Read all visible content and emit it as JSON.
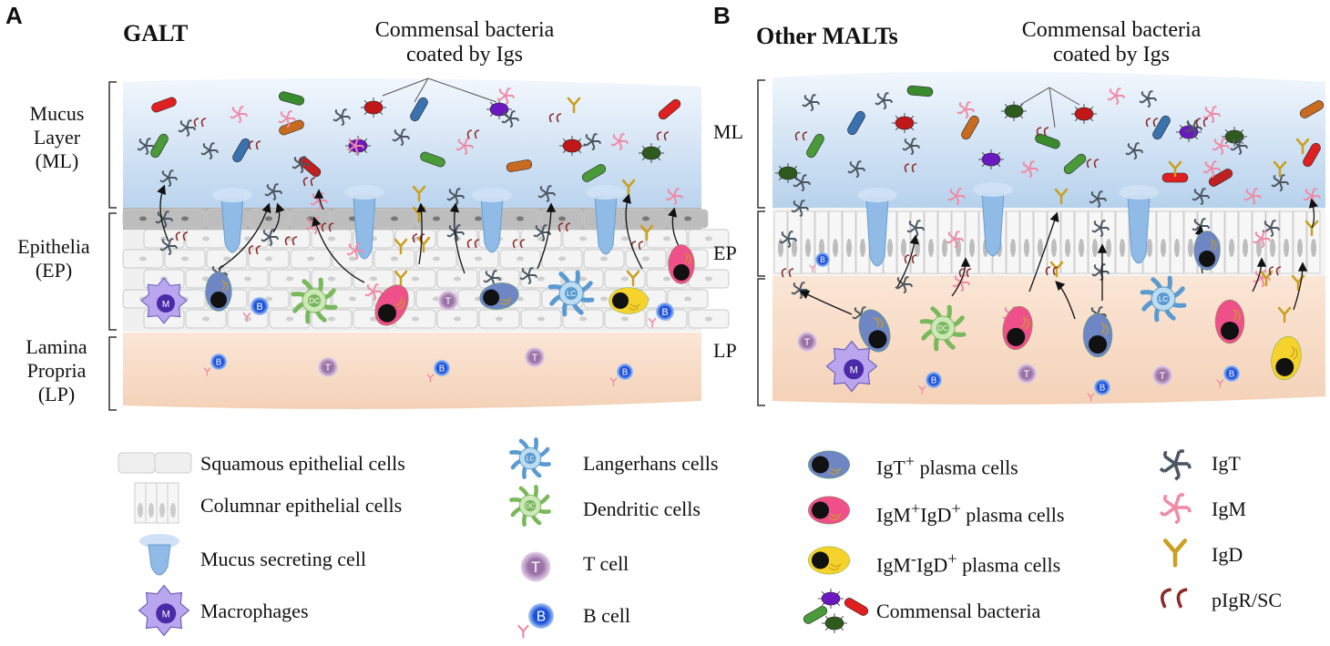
{
  "panels": [
    {
      "letter": "A",
      "title": "GALT",
      "callout_line1": "Commensal bacteria",
      "callout_line2": "coated by Igs"
    },
    {
      "letter": "B",
      "title": "Other MALTs",
      "callout_line1": "Commensal bacteria",
      "callout_line2": "coated by Igs"
    }
  ],
  "panel_a_labels": {
    "mucus": [
      "Mucus",
      "Layer",
      "(ML)"
    ],
    "epithelia": [
      "Epithelia",
      "(EP)"
    ],
    "lamina": [
      "Lamina",
      "Propria",
      "(LP)"
    ]
  },
  "panel_b_labels": {
    "ml": "ML",
    "ep": "EP",
    "lp": "LP"
  },
  "cell_letters": {
    "macrophage": "M",
    "b_cell": "B",
    "t_cell": "T",
    "dendritic": "DC",
    "langerhans": "LC"
  },
  "legend": [
    {
      "icon": "squamous-cells-icon",
      "label": "Squamous epithelial cells"
    },
    {
      "icon": "columnar-cells-icon",
      "label": "Columnar epithelial cells"
    },
    {
      "icon": "mucus-cell-icon",
      "label": "Mucus secreting cell"
    },
    {
      "icon": "macrophage-icon",
      "label": "Macrophages"
    },
    {
      "icon": "langerhans-cell-icon",
      "label": "Langerhans cells"
    },
    {
      "icon": "dendritic-cell-icon",
      "label": "Dendritic cells"
    },
    {
      "icon": "t-cell-icon",
      "label": "T cell"
    },
    {
      "icon": "b-cell-icon",
      "label": "B cell"
    },
    {
      "icon": "igt-plasma-cell-icon",
      "label_pre": "IgT",
      "sup1": "+",
      "label_post": " plasma cells"
    },
    {
      "icon": "igm-igd-plasma-cell-icon",
      "label_pre": "IgM",
      "sup1": "+",
      "label_mid": "IgD",
      "sup2": "+",
      "label_post": " plasma cells"
    },
    {
      "icon": "igm-neg-igd-plasma-cell-icon",
      "label_pre": "IgM",
      "sup1": "-",
      "label_mid": "IgD",
      "sup2": "+",
      "label_post": " plasma cells"
    },
    {
      "icon": "bacteria-icon",
      "label": "Commensal bacteria"
    },
    {
      "icon": "igt-icon",
      "label": "IgT"
    },
    {
      "icon": "igm-icon",
      "label": "IgM"
    },
    {
      "icon": "igd-icon",
      "label": "IgD"
    },
    {
      "icon": "pigr-sc-icon",
      "label": "pIgR/SC"
    }
  ],
  "colors": {
    "mucus_top": "#e8f1fb",
    "mucus_bottom": "#b9d4ee",
    "lamina": "#f7dcc6",
    "epithelium": "#eeeeee",
    "igt": "#4a5560",
    "igm": "#f08aa6",
    "igd": "#c9a020",
    "pigr": "#8a2a2a",
    "igt_plasma": "#6e86c4",
    "igm_plasma": "#f0508a",
    "igd_plasma": "#f6d22c",
    "b_cell": "#1a4fd8",
    "t_cell": "#9a72a6",
    "macrophage": "#8b73d8",
    "dendritic": "#a8d58e",
    "langerhans": "#6aa8d6"
  }
}
